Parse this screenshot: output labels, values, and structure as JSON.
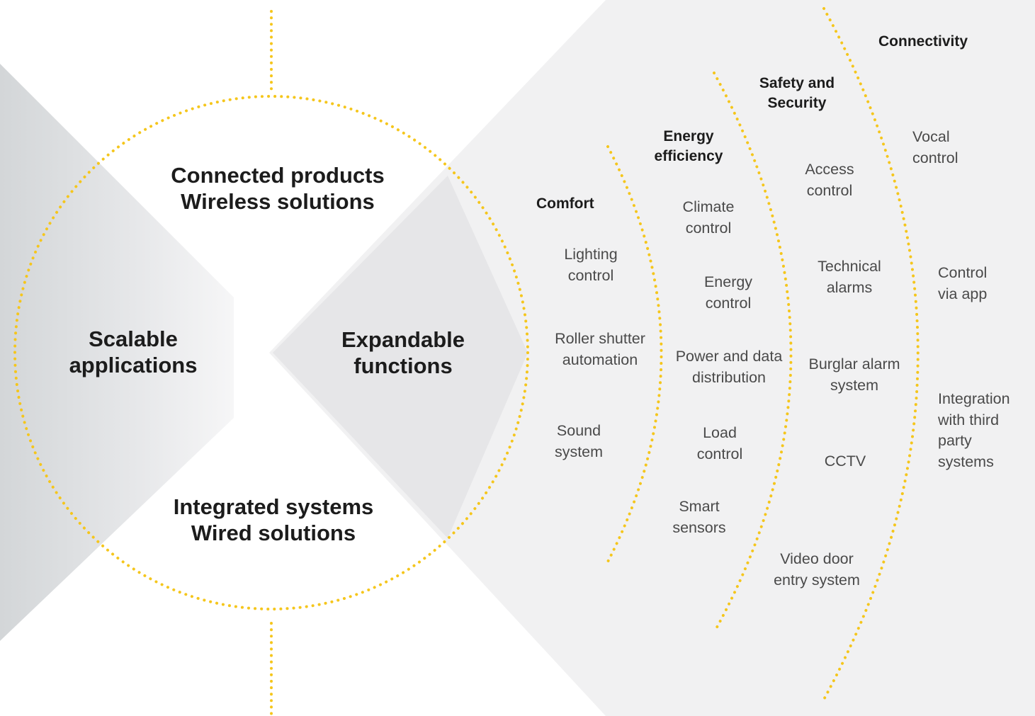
{
  "colors": {
    "dots": "#f5c61c",
    "panel": "#f1f1f2",
    "diamond": "#e6e6e8",
    "text_dark": "#1c1c1c",
    "text_light": "#4a4a4a"
  },
  "core": {
    "top": [
      "Connected products",
      "Wireless solutions"
    ],
    "left": [
      "Scalable",
      "applications"
    ],
    "right": [
      "Expandable",
      "functions"
    ],
    "bottom": [
      "Integrated systems",
      "Wired solutions"
    ]
  },
  "bands": {
    "comfort": {
      "title": [
        "Comfort"
      ],
      "items": [
        [
          "Lighting",
          "control"
        ],
        [
          "Roller shutter",
          "automation"
        ],
        [
          "Sound",
          "system"
        ]
      ]
    },
    "energy": {
      "title": [
        "Energy",
        "efficiency"
      ],
      "items": [
        [
          "Climate",
          "control"
        ],
        [
          "Energy",
          "control"
        ],
        [
          "Power and data",
          "distribution"
        ],
        [
          "Load",
          "control"
        ],
        [
          "Smart",
          "sensors"
        ]
      ]
    },
    "safety": {
      "title": [
        "Safety and",
        "Security"
      ],
      "items": [
        [
          "Access",
          "control"
        ],
        [
          "Technical",
          "alarms"
        ],
        [
          "Burglar alarm",
          "system"
        ],
        [
          "CCTV"
        ],
        [
          "Video door",
          "entry system"
        ]
      ]
    },
    "connectivity": {
      "title": [
        "Connectivity"
      ],
      "items": [
        [
          "Vocal",
          "control"
        ],
        [
          "Control",
          "via app"
        ],
        [
          "Integration",
          "with third",
          "party",
          "systems"
        ]
      ]
    }
  }
}
